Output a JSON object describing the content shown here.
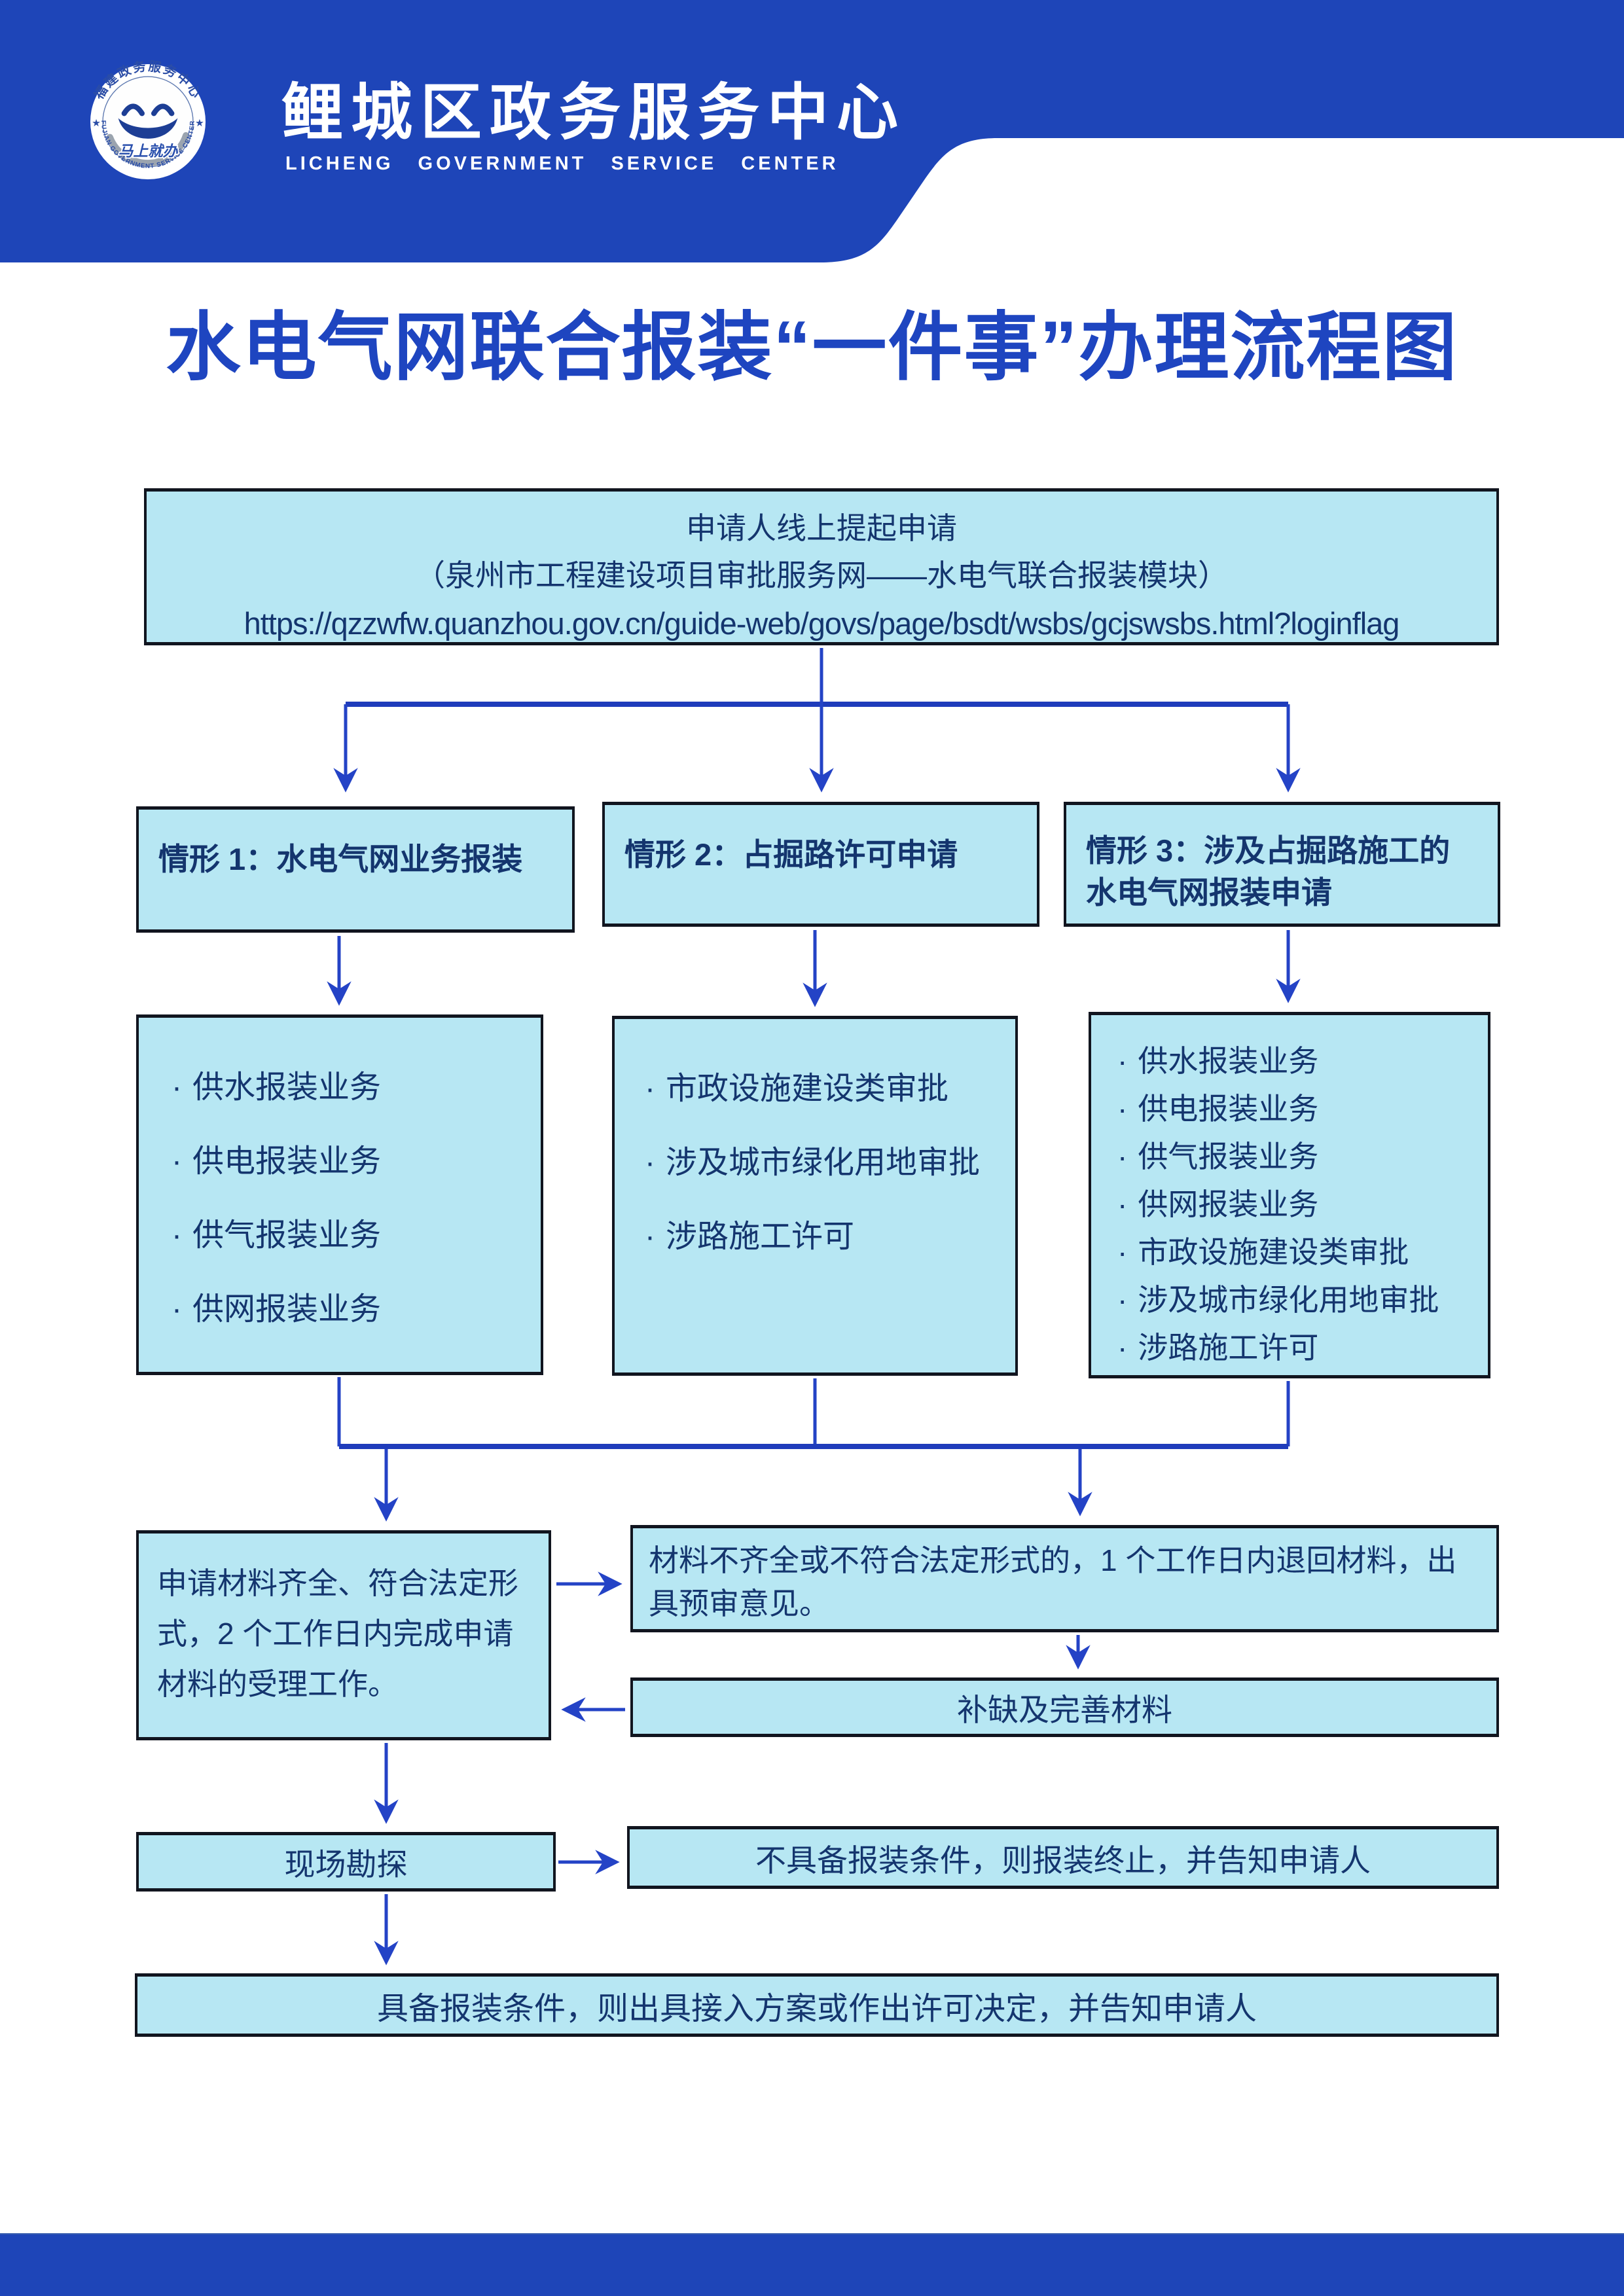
{
  "header": {
    "org_name_cn": "鲤城区政务服务中心",
    "org_name_en": "LICHENG GOVERNMENT SERVICE CENTER",
    "logo": {
      "ring_top": "福建政务服务中心",
      "ring_bottom": "FUJIAN GOVERNMENT SERVICE CENTER",
      "motto": "马上就办",
      "star": "★"
    }
  },
  "title": "水电气网联合报装“一件事”办理流程图",
  "flow": {
    "bullet": "·",
    "start": {
      "line1": "申请人线上提起申请",
      "line2": "（泉州市工程建设项目审批服务网——水电气联合报装模块）",
      "url": "https://qzzwfw.quanzhou.gov.cn/guide-web/govs/page/bsdt/wsbs/gcjswsbs.html?loginflag"
    },
    "case1": {
      "title": "情形 1：水电气网业务报装"
    },
    "case2": {
      "title": "情形 2：占掘路许可申请"
    },
    "case3": {
      "line1": "情形 3：涉及占掘路施工的",
      "line2": "水电气网报装申请"
    },
    "list1": {
      "items": [
        "供水报装业务",
        "供电报装业务",
        "供气报装业务",
        "供网报装业务"
      ]
    },
    "list2": {
      "items": [
        "市政设施建设类审批",
        "涉及城市绿化用地审批",
        "涉路施工许可"
      ]
    },
    "list3": {
      "items": [
        "供水报装业务",
        "供电报装业务",
        "供气报装业务",
        "供网报装业务",
        "市政设施建设类审批",
        "涉及城市绿化用地审批",
        "涉路施工许可"
      ]
    },
    "accept": "申请材料齐全、符合法定形式，2 个工作日内完成申请材料的受理工作。",
    "reject": "材料不齐全或不符合法定形式的，1 个工作日内退回材料，出具预审意见。",
    "supplement": "补缺及完善材料",
    "survey": "现场勘探",
    "terminate": "不具备报装条件，则报装终止，并告知申请人",
    "approve": "具备报装条件，则出具接入方案或作出许可决定，并告知申请人"
  },
  "colors": {
    "brand_blue": "#1e45b8",
    "title_blue": "#1e45c0",
    "node_fill": "#b7e7f3",
    "node_border": "#11151f",
    "node_text": "#14356e",
    "arrow_blue": "#2443c6"
  }
}
